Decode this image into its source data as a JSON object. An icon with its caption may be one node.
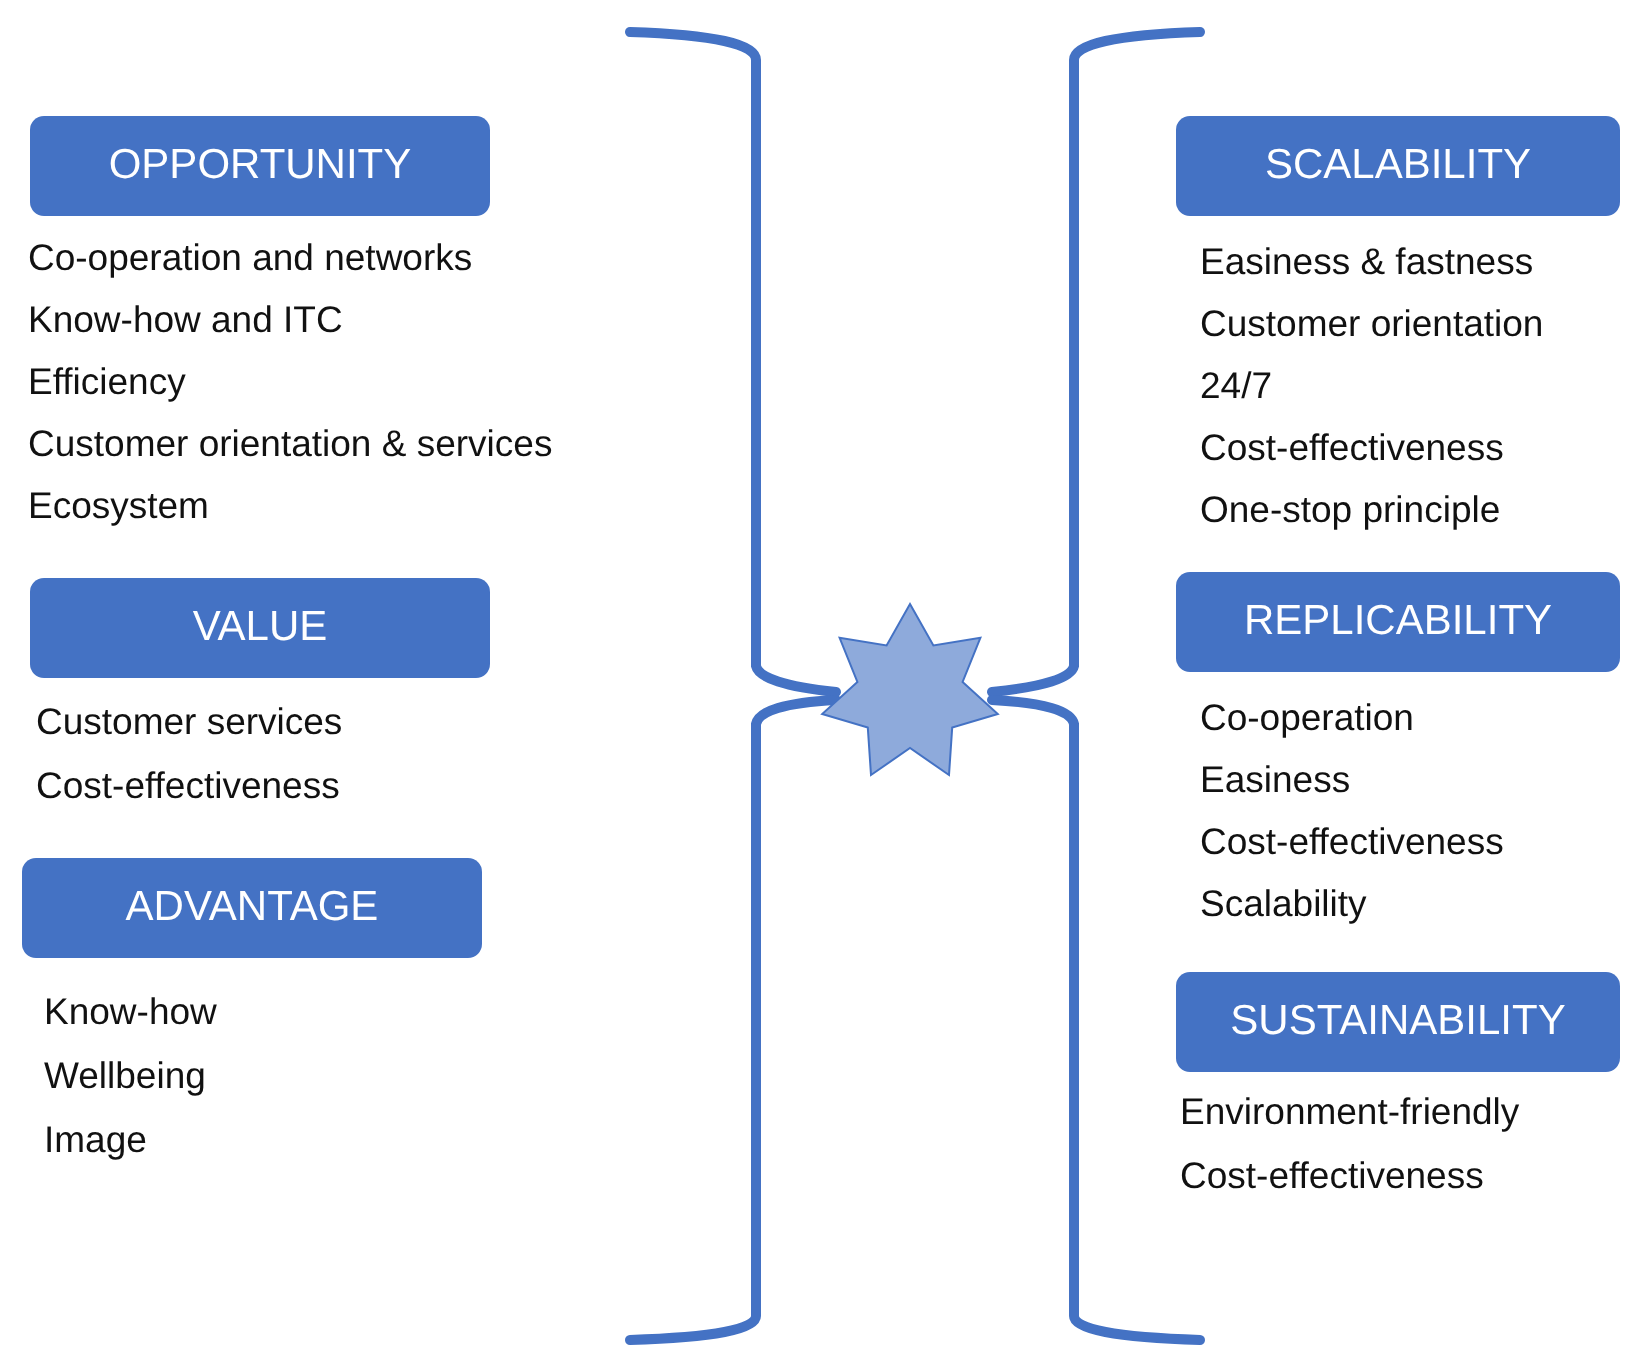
{
  "diagram": {
    "nodes": [
      {
        "text": [
          "OPPORTUNITY"
        ],
        "beside": [
          "Co-operation and networks",
          "Know-how and ITC",
          "Efficiency",
          "Customer orientation & services",
          "Ecosystem"
        ]
      },
      {
        "text": [
          "VALUE"
        ],
        "beside": [
          "Customer services",
          "Cost-effectiveness"
        ]
      },
      {
        "text": [
          "ADVANTAGE"
        ],
        "beside": [
          "Know-how",
          "Wellbeing",
          "Image"
        ]
      },
      {
        "text": [],
        "shape": "star"
      },
      {
        "text": [
          "SCALABILITY"
        ],
        "beside": [
          "Easiness & fastness",
          "Customer orientation",
          "24/7",
          "Cost-effectiveness",
          "One-stop principle"
        ]
      },
      {
        "text": [
          "REPLICABILITY"
        ],
        "beside": [
          "Co-operation",
          "Easiness",
          "Cost-effectiveness",
          "Scalability"
        ]
      },
      {
        "text": [
          "SUSTAINABILITY"
        ],
        "beside": [
          "Environment-friendly",
          "Cost-effectiveness"
        ]
      }
    ]
  }
}
